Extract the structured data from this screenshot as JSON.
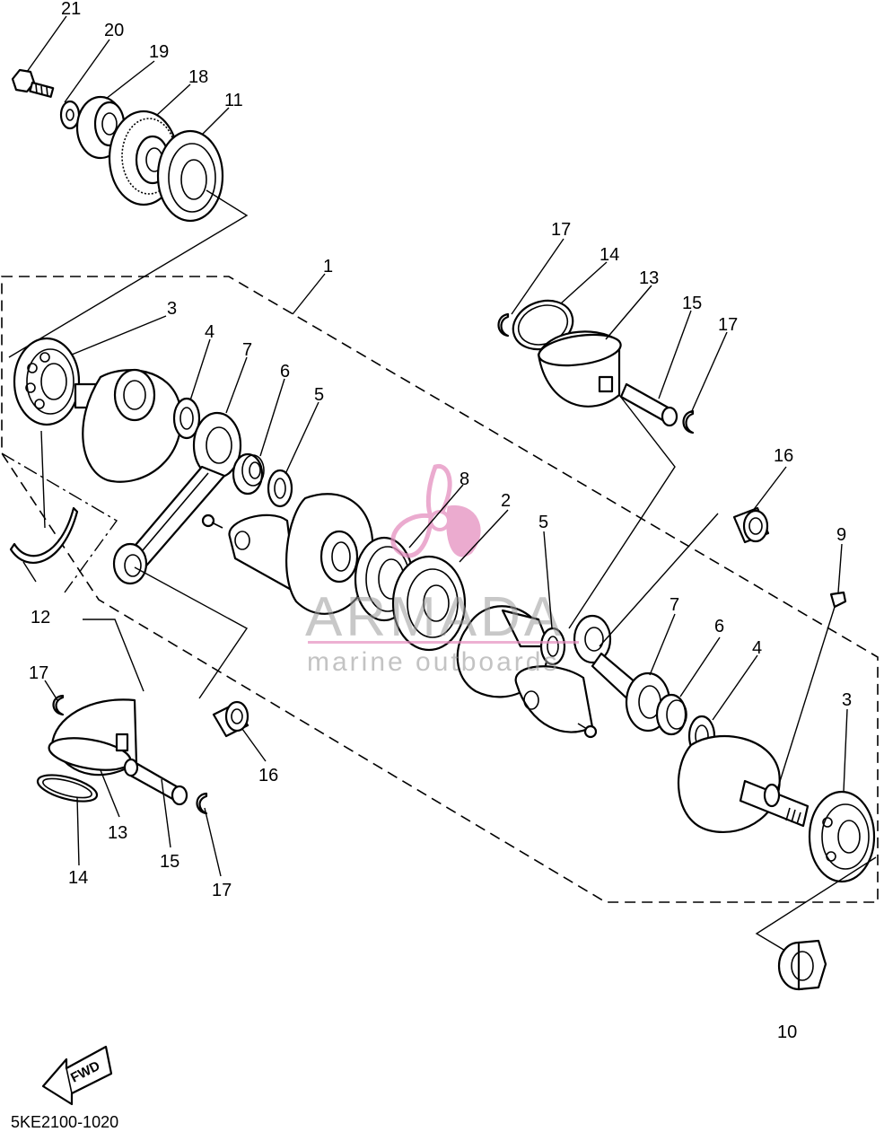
{
  "diagram_code": "5KE2100-1020",
  "fwd_label": "FWD",
  "watermark": {
    "brand": "ARMADA",
    "tagline": "marine outboards",
    "accent_color": "#e58fbf"
  },
  "callouts": {
    "c21": "21",
    "c20": "20",
    "c19": "19",
    "c18": "18",
    "c11": "11",
    "c1": "1",
    "c3a": "3",
    "c4a": "4",
    "c7a": "7",
    "c6a": "6",
    "c5a": "5",
    "c17a": "17",
    "c14a": "14",
    "c13a": "13",
    "c15a": "15",
    "c17b": "17",
    "c8": "8",
    "c2": "2",
    "c16a": "16",
    "c5b": "5",
    "c9": "9",
    "c7b": "7",
    "c6b": "6",
    "c4b": "4",
    "c3b": "3",
    "c12": "12",
    "c17c": "17",
    "c13b": "13",
    "c14b": "14",
    "c15b": "15",
    "c17d": "17",
    "c16b": "16",
    "c10": "10"
  }
}
